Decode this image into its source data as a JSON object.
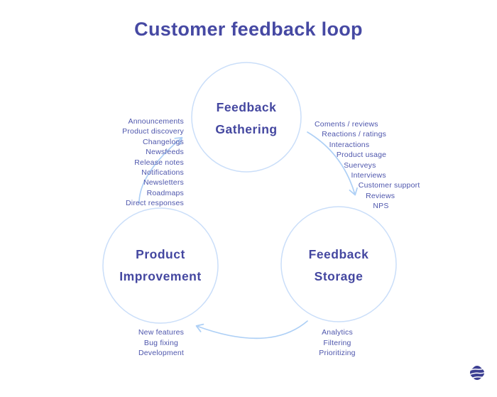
{
  "title": "Customer feedback loop",
  "nodes": {
    "gathering": {
      "line1": "Feedback",
      "line2": "Gathering"
    },
    "storage": {
      "line1": "Feedback",
      "line2": "Storage"
    },
    "improvement": {
      "line1": "Product",
      "line2": "Improvement"
    }
  },
  "lists": {
    "improvement_to_gathering": {
      "items": [
        "Announcements",
        "Product discovery",
        "Changelogs",
        "Newsfeeds",
        "Release notes",
        "Notifications",
        "Newsletters",
        "Roadmaps",
        "Direct responses"
      ]
    },
    "gathering_to_storage": {
      "items": [
        "Coments / reviews",
        "Reactions / ratings",
        "Interactions",
        "Product usage",
        "Suerveys",
        "Interviews",
        "Customer support",
        "Reviews",
        "NPS"
      ]
    },
    "improvement_activities": {
      "items": [
        "New features",
        "Bug fixing",
        "Development"
      ]
    },
    "storage_activities": {
      "items": [
        "Analytics",
        "Filtering",
        "Prioritizing"
      ]
    }
  },
  "icons": {
    "brand_logo": "swirl-sphere-logo"
  },
  "colors": {
    "background": "#ffffff",
    "title_text": "#4649a3",
    "node_label_text": "#4447a0",
    "list_text": "#4e56ac",
    "circle_stroke": "#cadef9",
    "arrow_stroke": "#aed0f6",
    "logo_navy": "#3c3f92"
  }
}
